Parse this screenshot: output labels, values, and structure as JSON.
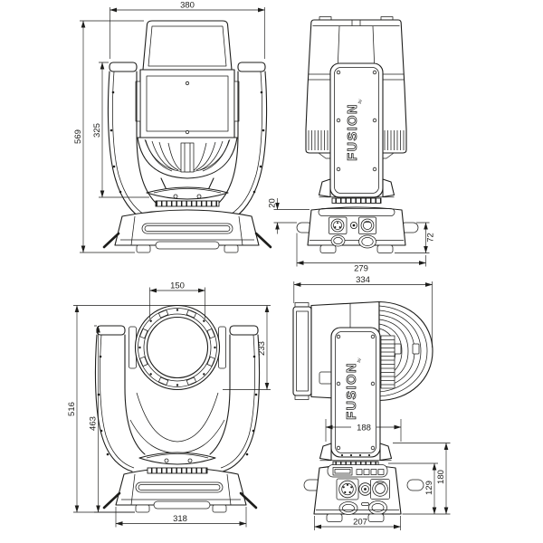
{
  "meta": {
    "background": "#ffffff",
    "line_color": "#1d1d1b"
  },
  "logo": {
    "text": "FUSION",
    "byline": "by"
  },
  "views": {
    "rear": {
      "id": "rear-view",
      "dims": {
        "total_width": "380",
        "total_height": "569",
        "yoke_height": "325"
      }
    },
    "side": {
      "id": "side-view",
      "dims": {
        "handle_offset": "20",
        "base_height": "72",
        "base_depth": "279"
      }
    },
    "front": {
      "id": "front-view",
      "dims": {
        "lens_diameter": "150",
        "head_diameter": "233",
        "total_height": "516",
        "yoke_height": "463",
        "base_width": "318"
      }
    },
    "side_tilted": {
      "id": "side-tilted-view",
      "dims": {
        "total_depth": "334",
        "yoke_width": "188",
        "yoke_to_floor_height": "180",
        "base_height": "129",
        "base_depth": "207"
      }
    }
  }
}
